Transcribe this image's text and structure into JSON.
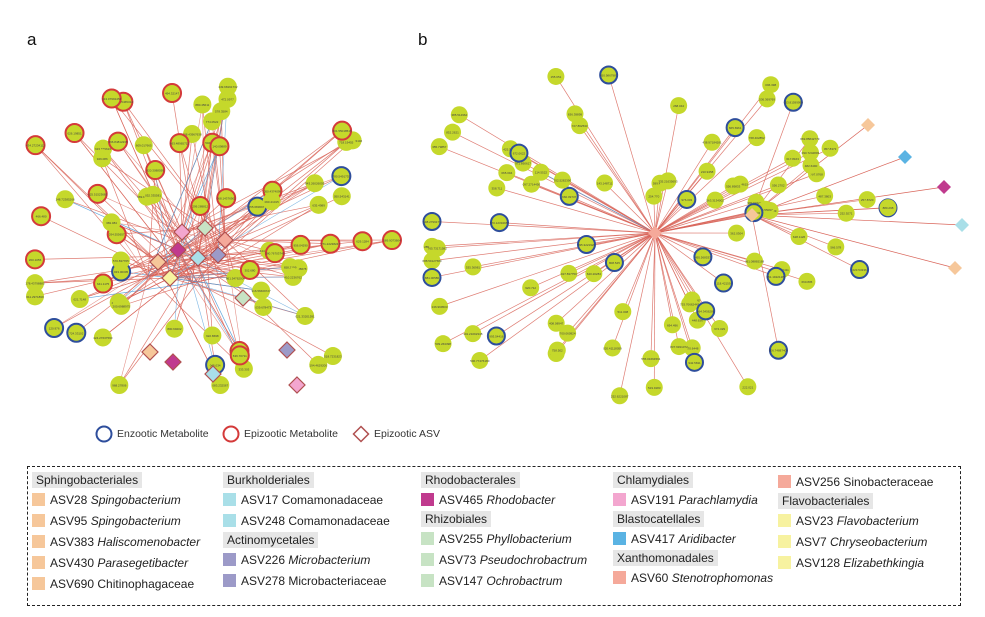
{
  "panels": {
    "a": "a",
    "b": "b"
  },
  "node_keys": [
    {
      "label": "Enzootic Metabolite",
      "shape": "circle",
      "stroke": "#2e4e9c"
    },
    {
      "label": "Epizootic Metabolite",
      "shape": "circle",
      "stroke": "#d43a3a"
    },
    {
      "label": "Epizootic ASV",
      "shape": "diamond",
      "stroke": "#b05050"
    }
  ],
  "colors": {
    "node_fill": "#c5d82b",
    "edge_red": "#d9655a",
    "edge_blue": "#4a9ad8",
    "enzootic": "#2e4e9c",
    "epizootic": "#d43a3a"
  },
  "legend": {
    "col1": {
      "header": "Sphingobacteriales",
      "items": [
        {
          "asv": "ASV28",
          "taxon": "Spingobacterium",
          "italic": true,
          "color": "#f6c79a"
        },
        {
          "asv": "ASV95",
          "taxon": "Spingobacterium",
          "italic": true,
          "color": "#f6c79a"
        },
        {
          "asv": "ASV383",
          "taxon": "Haliscomenobacter",
          "italic": true,
          "color": "#f6c79a"
        },
        {
          "asv": "ASV430",
          "taxon": "Parasegetibacter",
          "italic": true,
          "color": "#f6c79a"
        },
        {
          "asv": "ASV690",
          "taxon": "Chitinophagaceae",
          "italic": false,
          "color": "#f6c79a"
        }
      ]
    },
    "col2": {
      "header1": "Burkholderiales",
      "items1": [
        {
          "asv": "ASV17",
          "taxon": "Comamonadaceae",
          "italic": false,
          "color": "#a9dfe8"
        },
        {
          "asv": "ASV248",
          "taxon": "Comamonadaceae",
          "italic": false,
          "color": "#a9dfe8"
        }
      ],
      "header2": "Actinomycetales",
      "items2": [
        {
          "asv": "ASV226",
          "taxon": "Microbacterium",
          "italic": true,
          "color": "#9c9ac8"
        },
        {
          "asv": "ASV278",
          "taxon": "Microbacteriaceae",
          "italic": false,
          "color": "#9c9ac8"
        }
      ]
    },
    "col3": {
      "header1": "Rhodobacterales",
      "items1": [
        {
          "asv": "ASV465",
          "taxon": "Rhodobacter",
          "italic": true,
          "color": "#c03a8e"
        }
      ],
      "header2": "Rhizobiales",
      "items2": [
        {
          "asv": "ASV255",
          "taxon": "Phyllobacterium",
          "italic": true,
          "color": "#c7e3c4"
        },
        {
          "asv": "ASV73",
          "taxon": "Pseudochrobactrum",
          "italic": true,
          "color": "#c7e3c4"
        },
        {
          "asv": "ASV147",
          "taxon": "Ochrobactrum",
          "italic": true,
          "color": "#c7e3c4"
        }
      ]
    },
    "col4": {
      "header1": "Chlamydiales",
      "items1": [
        {
          "asv": "ASV191",
          "taxon": "Parachlamydia",
          "italic": true,
          "color": "#f3a6cf"
        }
      ],
      "header2": "Blastocatellales",
      "items2": [
        {
          "asv": "ASV417",
          "taxon": "Aridibacter",
          "italic": true,
          "color": "#5ab3e3"
        }
      ],
      "header3": "Xanthomonadales",
      "items3": [
        {
          "asv": "ASV60",
          "taxon": "Stenotrophomonas",
          "italic": true,
          "color": "#f5a99a"
        }
      ]
    },
    "col5": {
      "items1": [
        {
          "asv": "ASV256",
          "taxon": "Sinobacteraceae",
          "italic": false,
          "color": "#f5a99a"
        }
      ],
      "header2": "Flavobacteriales",
      "items2": [
        {
          "asv": "ASV23",
          "taxon": "Flavobacterium",
          "italic": true,
          "color": "#f7f2a0"
        },
        {
          "asv": "ASV7",
          "taxon": "Chryseobacterium",
          "italic": true,
          "color": "#f7f2a0"
        },
        {
          "asv": "ASV128",
          "taxon": "Elizabethkingia",
          "italic": true,
          "color": "#f7f2a0"
        }
      ]
    }
  }
}
